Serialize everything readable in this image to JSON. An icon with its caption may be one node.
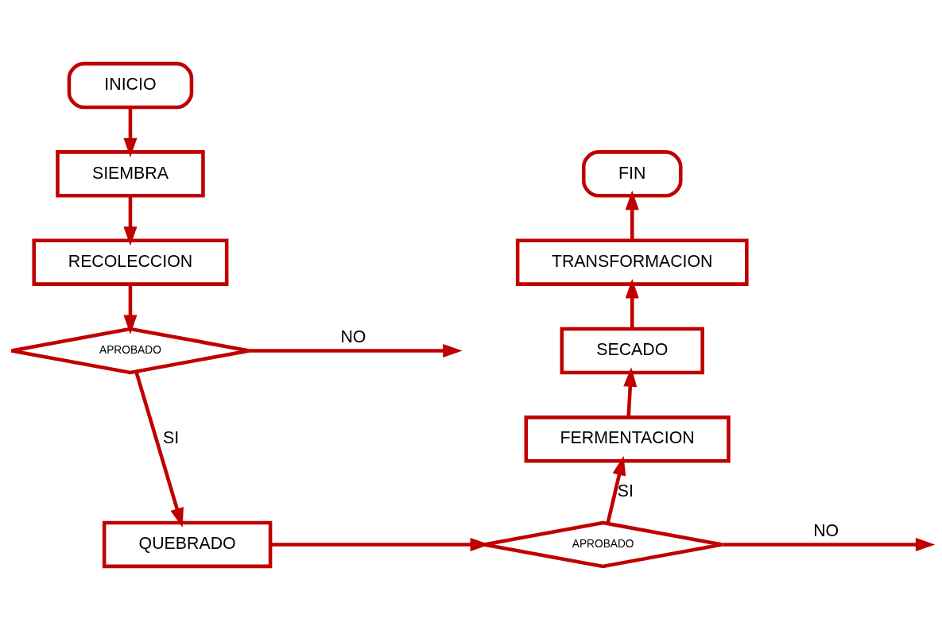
{
  "diagram": {
    "nodes": [
      {
        "text": [
          "INICIO"
        ]
      },
      {
        "text": [
          "SIEMBRA"
        ]
      },
      {
        "text": [
          "RECOLECCION"
        ]
      },
      {
        "text": [
          "APROBADO"
        ]
      },
      {
        "text": [
          "QUEBRADO"
        ]
      },
      {
        "text": [
          "APROBADO"
        ]
      },
      {
        "text": [
          "FERMENTACION"
        ]
      },
      {
        "text": [
          "SECADO"
        ]
      },
      {
        "text": [
          "TRANSFORMACION"
        ]
      },
      {
        "text": [
          "FIN"
        ]
      }
    ],
    "edges": [
      {
        "from": 0,
        "to": 1,
        "arrow": "to"
      },
      {
        "from": 1,
        "to": 2,
        "arrow": "to"
      },
      {
        "from": 2,
        "to": 3,
        "arrow": "to"
      },
      {
        "from": 3,
        "to": null,
        "arrow": "to",
        "label": "NO"
      },
      {
        "from": 3,
        "to": 4,
        "arrow": "to",
        "label": "SI"
      },
      {
        "from": 4,
        "to": 5,
        "arrow": "to"
      },
      {
        "from": 5,
        "to": 6,
        "arrow": "to",
        "label": "SI"
      },
      {
        "from": 5,
        "to": null,
        "arrow": "to",
        "label": "NO"
      },
      {
        "from": 6,
        "to": 7,
        "arrow": "to"
      },
      {
        "from": 7,
        "to": 8,
        "arrow": "to"
      },
      {
        "from": 8,
        "to": 9,
        "arrow": "to"
      }
    ]
  }
}
